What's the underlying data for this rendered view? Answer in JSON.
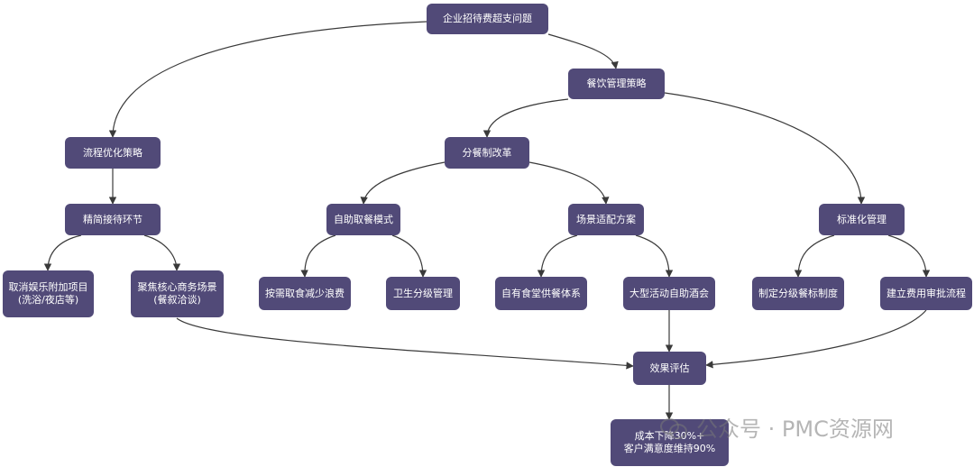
{
  "nodes": {
    "root": "企业招待费超支问题",
    "catering_strategy": "餐饮管理策略",
    "process_optimization": "流程优化策略",
    "streamline_reception": "精简接待环节",
    "cancel_entertainment": [
      "取消娱乐附加项目",
      "(洗浴/夜店等)"
    ],
    "focus_core_business": [
      "聚焦核心商务场景",
      "(餐叙洽谈)"
    ],
    "separate_meal_reform": "分餐制改革",
    "buffet_mode": "自助取餐模式",
    "scenario_plan": "场景适配方案",
    "standardized_mgmt": "标准化管理",
    "take_on_demand": "按需取食减少浪费",
    "hygiene_grading": "卫生分级管理",
    "own_canteen": "自有食堂供餐体系",
    "large_event_buffet": "大型活动自助酒会",
    "tiered_meal_standard": "制定分级餐标制度",
    "expense_approval": "建立费用审批流程",
    "effect_evaluation": "效果评估",
    "result": [
      "成本下降30%+",
      "客户满意度维持90%"
    ]
  },
  "colors": {
    "node_fill": "#514a78",
    "node_text": "#ffffff",
    "edge": "#3a3a3a"
  },
  "watermark": "公众号 · PMC资源网"
}
